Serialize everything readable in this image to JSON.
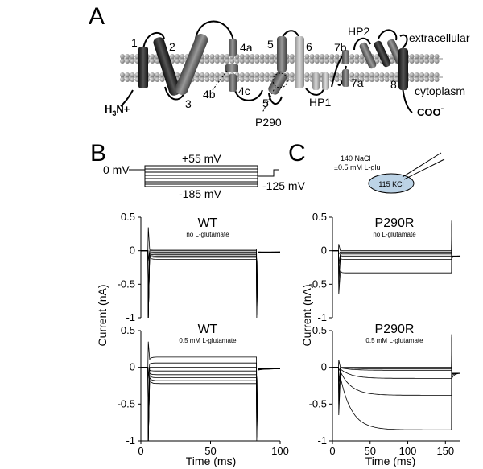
{
  "panel_a": {
    "letter": "A",
    "segments": [
      "1",
      "2",
      "3",
      "4a",
      "4b",
      "4c",
      "5",
      "6",
      "5",
      "7b",
      "7a",
      "HP1",
      "HP2",
      "8"
    ],
    "label_extracellular": "extracellular",
    "label_cytoplasm": "cytoplasm",
    "n_terminus": "H",
    "n_terminus_sub": "3",
    "n_terminus_charge": "N+",
    "c_terminus": "COO",
    "c_terminus_charge": "-",
    "mutation_label": "P290"
  },
  "panel_b": {
    "letter": "B",
    "protocol": {
      "hold": "0 mV",
      "top": "+55 mV",
      "bottom": "-185 mV",
      "post": "-125 mV"
    },
    "title_top": "WT",
    "subtitle_top": "no L-glutamate",
    "title_bottom": "WT",
    "subtitle_bottom": "0.5 mM L-glutamate",
    "ylabel": "Current (nA)",
    "xlabel": "Time (ms)"
  },
  "panel_c": {
    "letter": "C",
    "solution_line1": "140 NaCl",
    "solution_line2": "±0.5 mM L-glu",
    "pipette": "115 KCl",
    "title_top": "P290R",
    "subtitle_top": "no L-glutamate",
    "title_bottom": "P290R",
    "subtitle_bottom": "0.5 mM L-glutamate",
    "ylabel": "Current (nA)",
    "xlabel": "Time (ms)"
  },
  "axes": {
    "b_yticks": [
      "0.5",
      "0",
      "-0.5",
      "-1"
    ],
    "b_xticks": [
      "0",
      "50",
      "100"
    ],
    "c_yticks": [
      "0.5",
      "0",
      "-0.5",
      "-1"
    ],
    "c_xticks": [
      "0",
      "50",
      "100",
      "150"
    ]
  },
  "chart_data": [
    {
      "type": "line",
      "panel": "B-top",
      "x_range": [
        0,
        100
      ],
      "ylim": [
        -1,
        0.5
      ],
      "series": [
        {
          "values": [
            0.02
          ]
        },
        {
          "values": [
            0.0
          ]
        },
        {
          "values": [
            -0.02
          ]
        },
        {
          "values": [
            -0.04
          ]
        },
        {
          "values": [
            -0.06
          ]
        },
        {
          "values": [
            -0.08
          ]
        },
        {
          "values": [
            -0.1
          ]
        },
        {
          "values": [
            -0.13
          ]
        }
      ]
    },
    {
      "type": "line",
      "panel": "B-bottom",
      "x_range": [
        0,
        100
      ],
      "ylim": [
        -1,
        0.5
      ],
      "series": [
        {
          "values": [
            0.14
          ]
        },
        {
          "values": [
            0.06
          ]
        },
        {
          "values": [
            0.0
          ]
        },
        {
          "values": [
            -0.05
          ]
        },
        {
          "values": [
            -0.1
          ]
        },
        {
          "values": [
            -0.14
          ]
        },
        {
          "values": [
            -0.18
          ]
        },
        {
          "values": [
            -0.22
          ]
        }
      ]
    },
    {
      "type": "line",
      "panel": "C-top",
      "x_range": [
        0,
        170
      ],
      "ylim": [
        -1,
        0.5
      ],
      "series": [
        {
          "values": [
            0.0
          ]
        },
        {
          "values": [
            -0.02
          ]
        },
        {
          "values": [
            -0.05
          ]
        },
        {
          "values": [
            -0.08
          ]
        },
        {
          "values": [
            -0.13
          ]
        },
        {
          "values": [
            -0.33
          ]
        }
      ]
    },
    {
      "type": "line",
      "panel": "C-bottom",
      "x_range": [
        0,
        170
      ],
      "ylim": [
        -1,
        0.5
      ],
      "series": [
        {
          "values": [
            0.0
          ]
        },
        {
          "values": [
            -0.02
          ]
        },
        {
          "values": [
            -0.04
          ]
        },
        {
          "values": [
            -0.15
          ]
        },
        {
          "values": [
            -0.38
          ]
        },
        {
          "values": [
            -0.85
          ]
        }
      ]
    }
  ]
}
